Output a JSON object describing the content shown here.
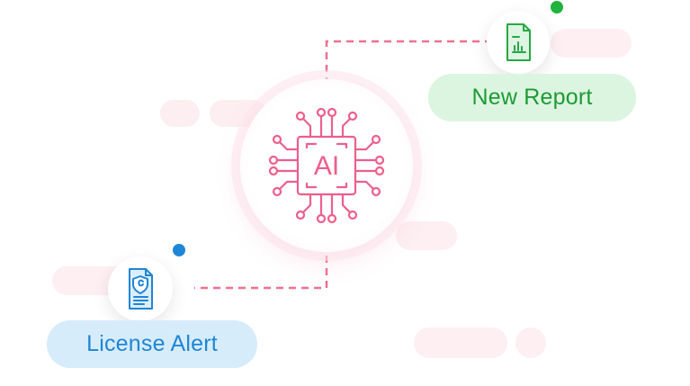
{
  "nodes": {
    "top_right": {
      "label": "New Report",
      "color": "#1e9a35",
      "status_dot": "#20b43c",
      "icon": "chart-document-icon"
    },
    "bottom_left": {
      "label": "License Alert",
      "color": "#1e86d6",
      "status_dot": "#1e86d6",
      "icon": "license-document-icon"
    },
    "center": {
      "label": "AI",
      "color": "#ec5f8c",
      "icon": "ai-chip-icon"
    }
  },
  "colors": {
    "connector": "#f0708f",
    "ghost_bar": "#fdecef"
  }
}
